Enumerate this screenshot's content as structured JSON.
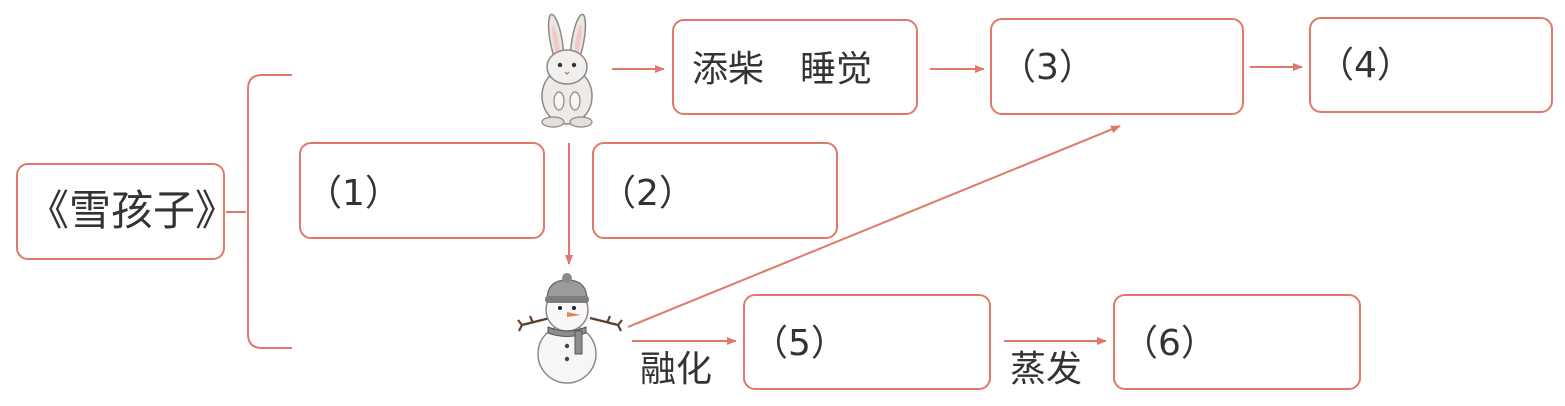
{
  "diagram": {
    "title": "《雪孩子》",
    "boxes": {
      "b1": "（1）",
      "b2": "（2）",
      "b3": "（3）",
      "b4": "（4）",
      "b5": "（5）",
      "b6": "（6）",
      "firewood": "添柴　睡觉"
    },
    "edge_labels": {
      "melt": "融化",
      "evaporate": "蒸发"
    },
    "characters": [
      "rabbit-icon",
      "snowman-icon"
    ],
    "colors": {
      "accent": "#e0796a",
      "text": "#333333"
    }
  }
}
